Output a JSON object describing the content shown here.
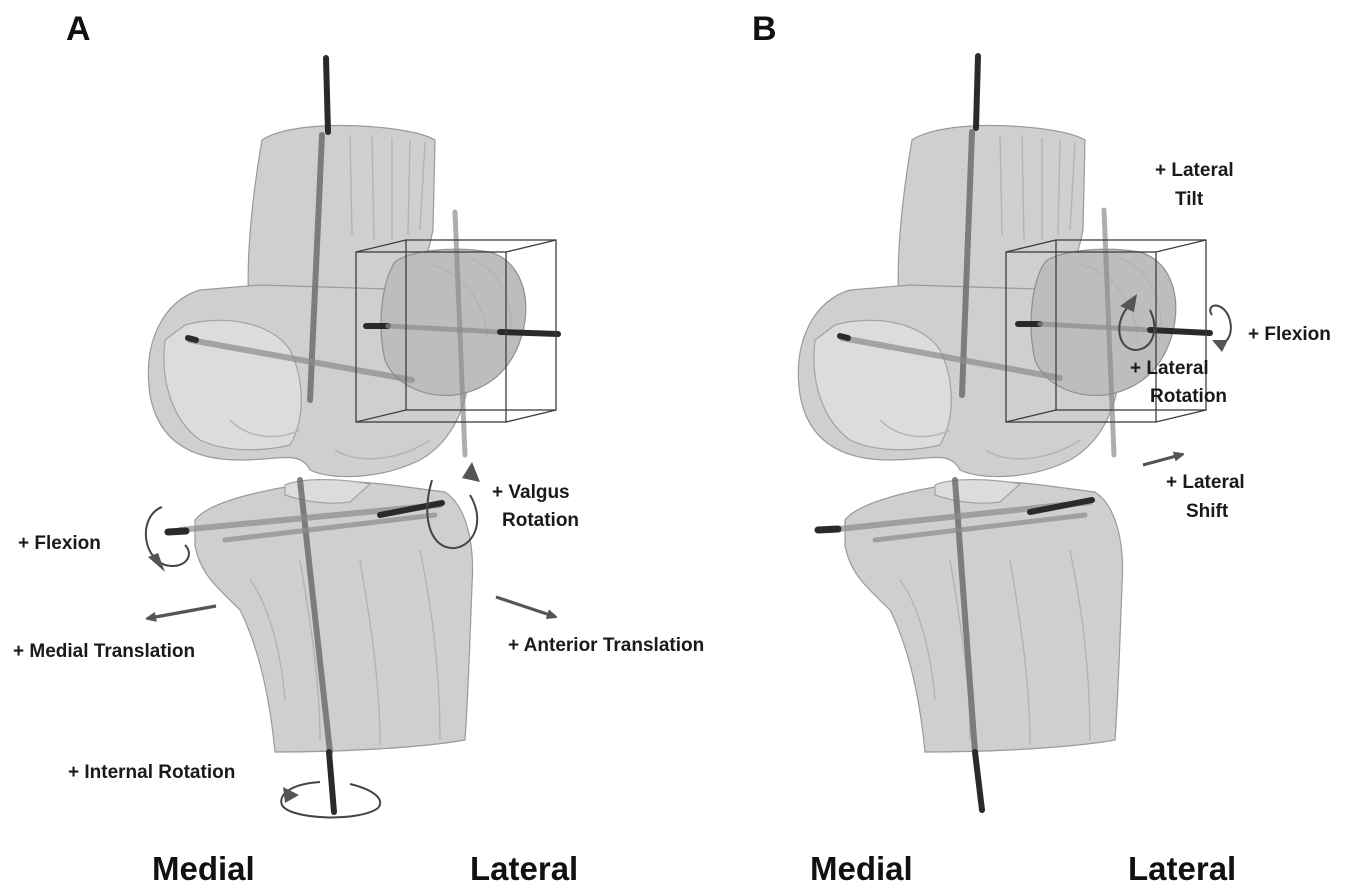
{
  "panels": [
    {
      "letter": "A",
      "medial": "Medial",
      "lateral": "Lateral",
      "labels": {
        "flexion": "+ Flexion",
        "valgus_1": "+ Valgus",
        "valgus_2": "Rotation",
        "medial_translation": "+ Medial Translation",
        "anterior_translation": "+ Anterior Translation",
        "internal_rotation": "+ Internal Rotation"
      }
    },
    {
      "letter": "B",
      "medial": "Medial",
      "lateral": "Lateral",
      "labels": {
        "lateral_tilt_1": "+ Lateral",
        "lateral_tilt_2": "Tilt",
        "flexion": "+ Flexion",
        "lateral_rotation_1": "+ Lateral",
        "lateral_rotation_2": "Rotation",
        "lateral_shift_1": "+ Lateral",
        "lateral_shift_2": "Shift"
      }
    }
  ]
}
